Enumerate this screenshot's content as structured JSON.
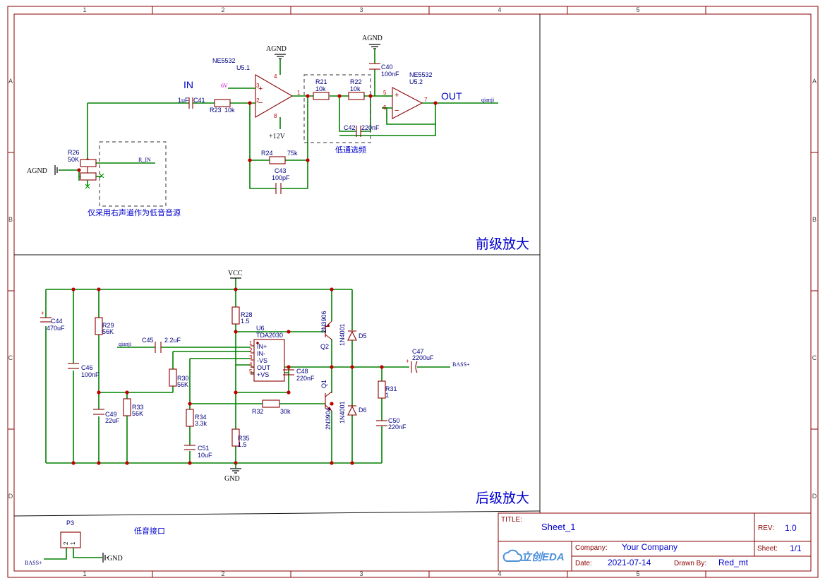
{
  "frame": {
    "col_labels": [
      "1",
      "2",
      "3",
      "4",
      "5"
    ],
    "row_labels": [
      "A",
      "B",
      "C",
      "D"
    ]
  },
  "sections": {
    "pre": "前级放大",
    "post": "后级放大",
    "lowpass": "低通选频",
    "right_channel_note": "仅采用右声道作为低音音源",
    "connector_title": "低音接口"
  },
  "nets": {
    "agnd": "AGND",
    "vcc": "VCC",
    "gnd": "GND",
    "plus12": "+12V",
    "six_v": "6V",
    "in": "IN",
    "out": "OUT",
    "qianji": "qianji",
    "r_in": "R_IN",
    "bass": "BASS+"
  },
  "parts": {
    "u5_1": {
      "type": "NE5532",
      "ref": "U5.1"
    },
    "u5_2": {
      "type": "NE5532",
      "ref": "U5.2"
    },
    "u6": {
      "ref": "U6",
      "type": "TDA2030",
      "pins": [
        "IN+",
        "IN-",
        "-VS",
        "OUT",
        "+VS"
      ],
      "pin_nums": [
        "1",
        "2",
        "3",
        "4",
        "5"
      ]
    },
    "c41": {
      "ref": "C41",
      "value": "1uF"
    },
    "r23": {
      "ref": "R23",
      "value": "10k"
    },
    "r24": {
      "ref": "R24",
      "value": "75k"
    },
    "c43": {
      "ref": "C43",
      "value": "100pF"
    },
    "r21": {
      "ref": "R21",
      "value": "10k"
    },
    "r22": {
      "ref": "R22",
      "value": "10k"
    },
    "c40": {
      "ref": "C40",
      "value": "100nF"
    },
    "c42": {
      "ref": "C42",
      "value": "220nF"
    },
    "r26": {
      "ref": "R26",
      "value": "50K"
    },
    "c44": {
      "ref": "C44",
      "value": "470uF"
    },
    "c46": {
      "ref": "C46",
      "value": "100nF"
    },
    "r29": {
      "ref": "R29",
      "value": "56K"
    },
    "c49": {
      "ref": "C49",
      "value": "22uF"
    },
    "r33": {
      "ref": "R33",
      "value": "56K"
    },
    "c45": {
      "ref": "C45",
      "value": "2.2uF"
    },
    "r30": {
      "ref": "R30",
      "value": "56K"
    },
    "r28": {
      "ref": "R28",
      "value": "1.5"
    },
    "r34": {
      "ref": "R34",
      "value": "3.3k"
    },
    "c51": {
      "ref": "C51",
      "value": "10uF"
    },
    "r35": {
      "ref": "R35",
      "value": "1.5"
    },
    "c48": {
      "ref": "C48",
      "value": "220nF"
    },
    "r32": {
      "ref": "R32",
      "value": "30k"
    },
    "q1": {
      "ref": "Q1",
      "type": "2N3904"
    },
    "q2": {
      "ref": "Q2",
      "type": "2N3906"
    },
    "d5": {
      "ref": "D5",
      "type": "1N4001"
    },
    "d6": {
      "ref": "D6",
      "type": "1N4001"
    },
    "c47": {
      "ref": "C47",
      "value": "2200uF"
    },
    "r31": {
      "ref": "R31",
      "value": "1"
    },
    "c50": {
      "ref": "C50",
      "value": "220nF"
    },
    "p3": {
      "ref": "P3",
      "pins": [
        "2",
        "1"
      ]
    }
  },
  "title_block": {
    "title_label": "TITLE:",
    "title": "Sheet_1",
    "rev_label": "REV:",
    "rev": "1.0",
    "company_label": "Company:",
    "company": "Your Company",
    "sheet_label": "Sheet:",
    "sheet": "1/1",
    "date_label": "Date:",
    "date": "2021-07-14",
    "drawn_label": "Drawn By:",
    "drawn": "Red_mt",
    "logo": "立创EDA"
  },
  "colors": {
    "wire": "#008000",
    "part": "#8b0000",
    "junction": "#c00000",
    "label": "#000080",
    "accent_blue": "#0000cc",
    "six_v": "#cc00cc"
  }
}
